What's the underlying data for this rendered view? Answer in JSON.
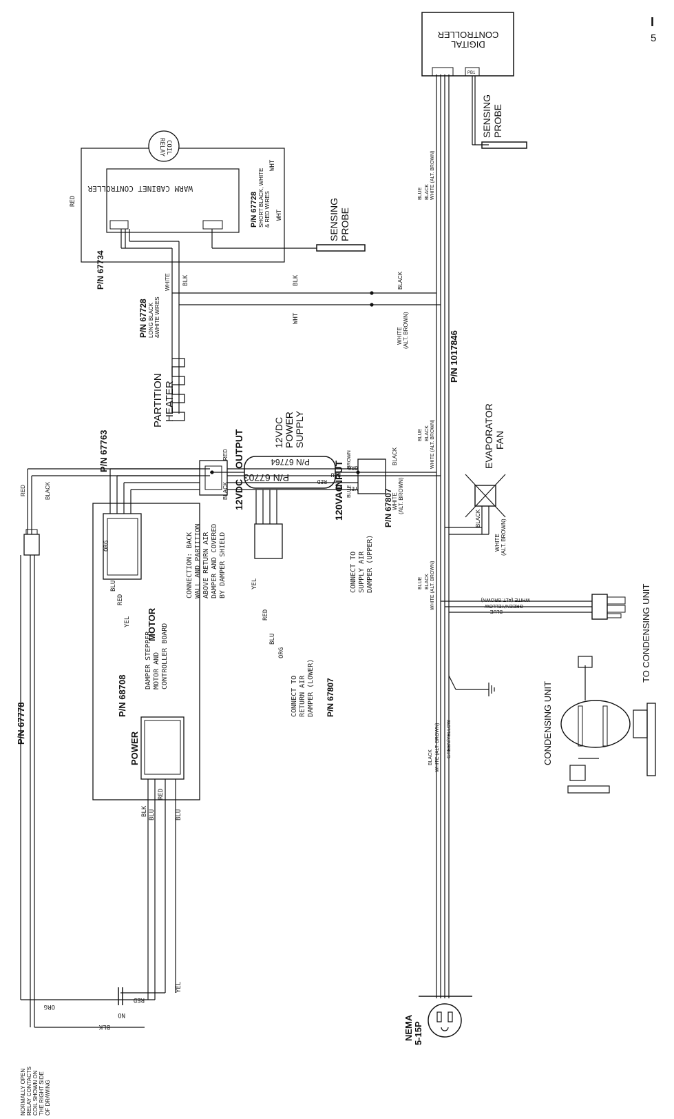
{
  "page_corner": {
    "glyph": "I",
    "digit": "5"
  },
  "digital_controller": {
    "line1": "DIGITAL",
    "line2": "CONTROLLER",
    "terminal_1": "PB1"
  },
  "sensing_probe_top": {
    "line1": "SENSING",
    "line2": "PROBE"
  },
  "sensing_probe_mid": {
    "line1": "SENSING",
    "line2": "PROBE"
  },
  "relay_coil": {
    "line1": "RELAY",
    "line2": "COIL"
  },
  "warm_cabinet": {
    "label": "WARM CABINET CONTROLLER"
  },
  "pn_67728_short": {
    "pn": "P/N 67728",
    "desc1": "SHORT BLACK, WHITE",
    "desc2": "& RED WIRES"
  },
  "pn_67734": "P/N 67734",
  "pn_67728_long": {
    "pn": "P/N 67728",
    "desc1": "LONG BLACK",
    "desc2": "&WHITE WIRES"
  },
  "pn_1017846": "P/N 1017846",
  "partition_heater": {
    "line1": "PARTITION",
    "line2": "HEATER"
  },
  "power_supply": {
    "line1": "12VDC",
    "line2": "POWER",
    "line3": "SUPPLY",
    "pn": "P/N 67703",
    "output": "OUTPUT",
    "input": "INPUT",
    "vdc": "12VDC",
    "vac": "120VAC"
  },
  "evaporator_fan": {
    "line1": "EVAPORATOR",
    "line2": "FAN"
  },
  "to_condensing_unit": "TO CONDENSING UNIT",
  "condensing_unit": "CONDENSING UNIT",
  "nema": {
    "line1": "NEMA",
    "line2": "5-15P"
  },
  "pn_67778": "P/N 67778",
  "pn_67763": "P/N 67763",
  "pn_68708": "P/N 68708",
  "pn_67764": "P/N 67764",
  "pn_67807_upper": "P/N 67807",
  "pn_67807_lower": "P/N 67807",
  "board": {
    "line1": "DAMPER STEPPER",
    "line2": "MOTOR AND",
    "line3": "CONTROLLER BOARD",
    "motor": "MOTOR",
    "power": "POWER"
  },
  "connection_note": {
    "line1": "CONNECTION: BACK",
    "line2": "WALL AND PARTITION",
    "line3": "ABOVE RETURN AIR",
    "line4": "DAMPER AND COVERED",
    "line5": "BY DAMPER SHIELD"
  },
  "supply_note": {
    "line1": "CONNECT TO",
    "line2": "SUPPLY AIR",
    "line3": "DAMPER (UPPER)"
  },
  "return_note": {
    "line1": "CONNECT TO",
    "line2": "RETURN AIR",
    "line3": "DAMPER (LOWER)"
  },
  "relay_note": {
    "line1": "NORMALLY OPEN",
    "line2": "RELAY CONTACTS",
    "line3": "COIL SHOWN ON",
    "line4": "THE RIGHT SIDE",
    "line5": "OF DRAWING"
  },
  "no_contact": "NO",
  "wires": {
    "red": "RED",
    "black": "BLACK",
    "white": "WHITE",
    "blue": "BLUE",
    "brown": "BROWN",
    "blk": "BLK",
    "wht": "WHT",
    "blu": "BLU",
    "org": "ORG",
    "yel": "YEL",
    "white_alt_brown": "WHITE (ALT. BROWN)",
    "alt_brown": "(ALT. BROWN)",
    "green_yellow": "GREEN/YELLOW",
    "green_yellow_caps": "GREEN/YELLOW"
  }
}
